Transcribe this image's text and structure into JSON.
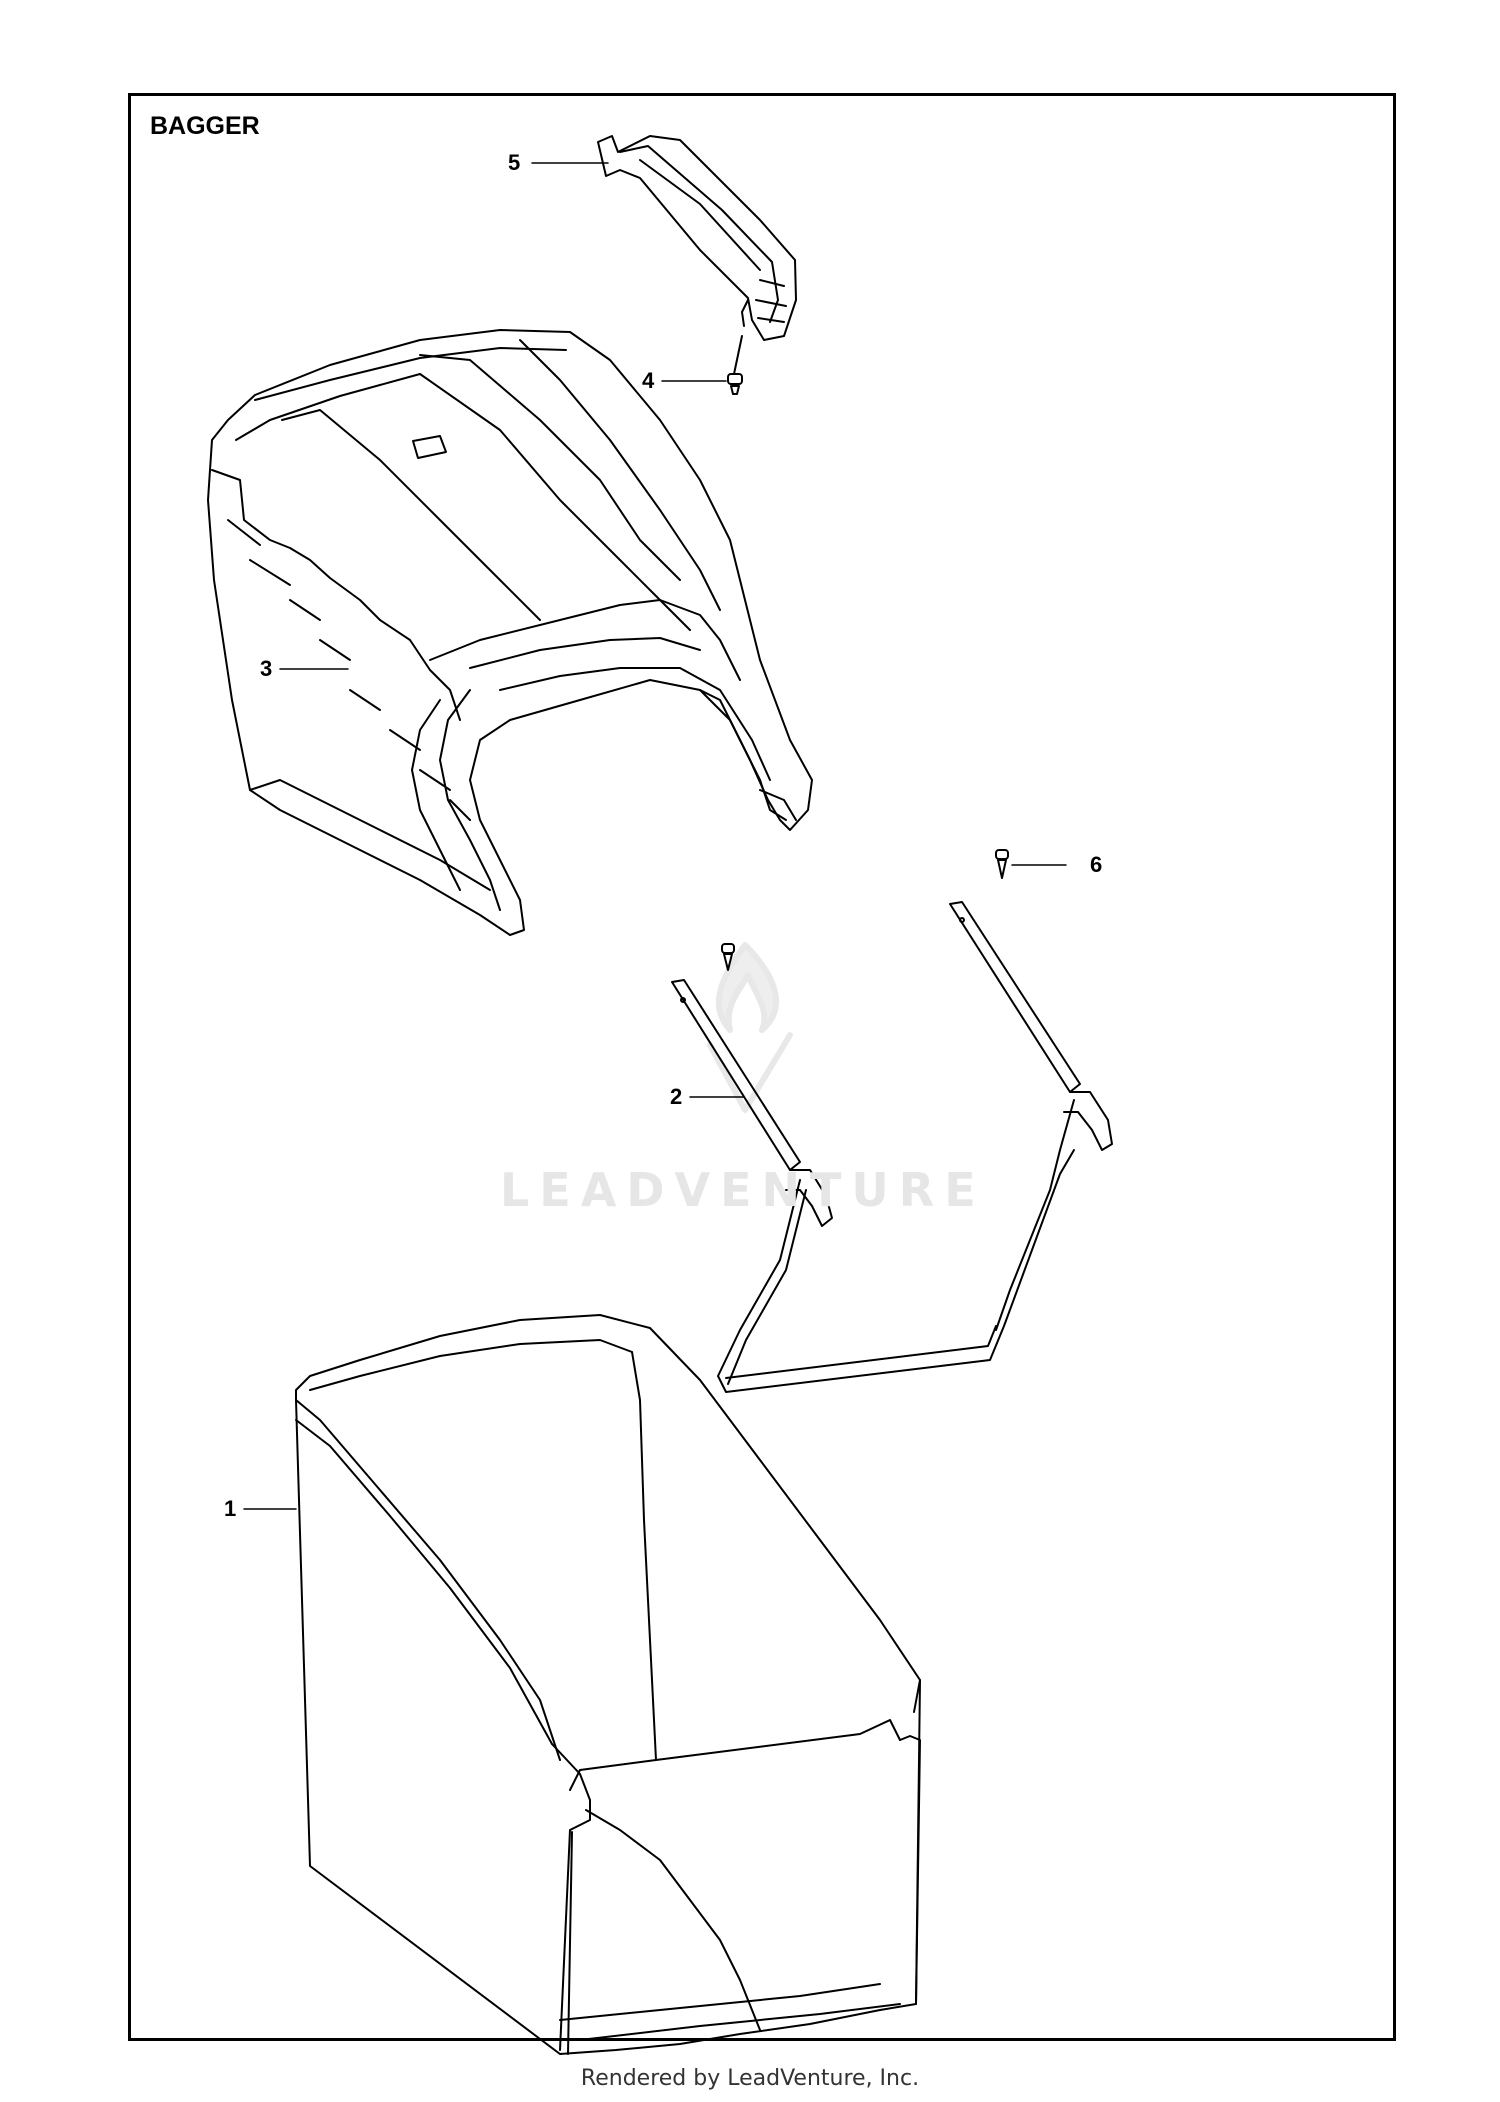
{
  "diagram": {
    "title": "BAGGER",
    "watermark": "LEADVENTURE",
    "footer": "Rendered by LeadVenture, Inc.",
    "callouts": [
      {
        "id": "1",
        "label": "1"
      },
      {
        "id": "2",
        "label": "2"
      },
      {
        "id": "3",
        "label": "3"
      },
      {
        "id": "4",
        "label": "4"
      },
      {
        "id": "5",
        "label": "5"
      },
      {
        "id": "6",
        "label": "6"
      }
    ]
  },
  "colors": {
    "line": "#000000",
    "watermark": "#e6e6e6"
  }
}
